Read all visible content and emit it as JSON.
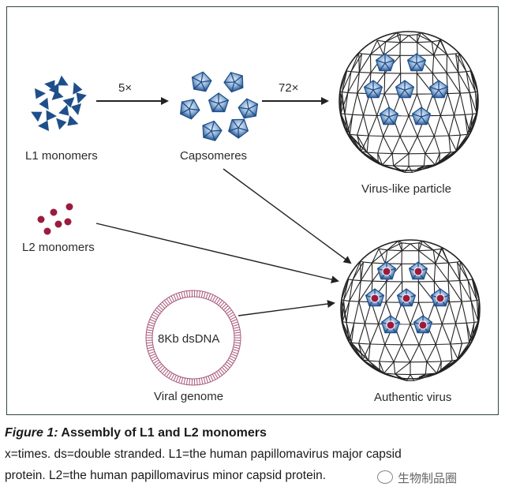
{
  "figure": {
    "label": "Figure 1:",
    "title": "Assembly of L1 and L2 monomers",
    "caption_line1": "x=times. ds=double stranded. L1=the human papillomavirus major capsid",
    "caption_line2": "protein. L2=the human papillomavirus minor capsid protein."
  },
  "labels": {
    "l1_monomers": "L1 monomers",
    "capsomeres": "Capsomeres",
    "vlp": "Virus-like particle",
    "l2_monomers": "L2 monomers",
    "genome_inner": "8Kb dsDNA",
    "viral_genome": "Viral genome",
    "authentic_virus": "Authentic virus",
    "arrow1": "5×",
    "arrow2": "72×"
  },
  "colors": {
    "blue_dark": "#1f4f8a",
    "blue_light": "#8fb0d6",
    "l2_red": "#9b1b3f",
    "dna_ring": "#a8587a",
    "mesh": "#222222",
    "frame": "#2e4a3c"
  },
  "watermark": "生物制品圈"
}
